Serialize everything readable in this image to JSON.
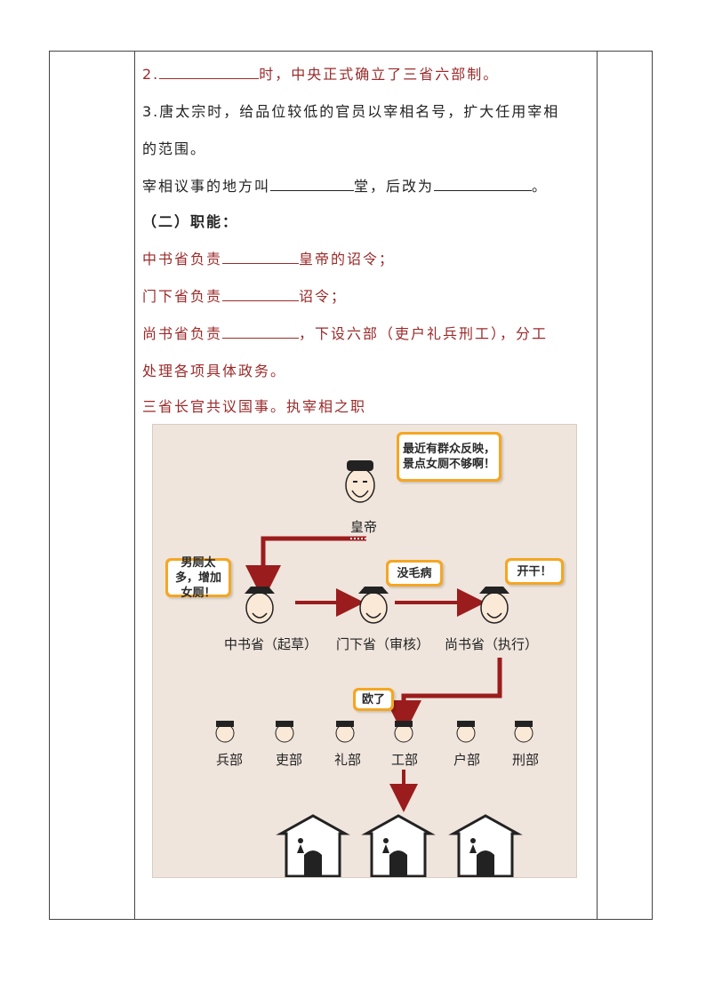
{
  "lines": {
    "l1_prefix": "2.",
    "l1_suffix": "时，中央正式确立了三省六部制。",
    "l2": "3.唐太宗时，给品位较低的官员以宰相名号，扩大任用宰相",
    "l3": "的范围。",
    "l4_a": "宰相议事的地方叫",
    "l4_b": "堂，后改为",
    "l4_c": "。",
    "l5": "（二）职能：",
    "l6_a": "中书省负责",
    "l6_b": "皇帝的诏令；",
    "l7_a": "门下省负责",
    "l7_b": "诏令；",
    "l8_a": "尚书省负责",
    "l8_b": "，下设六部（吏户礼兵刑工），分工",
    "l9": "处理各项具体政务。",
    "l10": "三省长官共议国事。执宰相之职"
  },
  "diagram": {
    "emperor_label": "皇帝",
    "emperor_bubble": "最近有群众反映，景点女厕不够啊！",
    "zhongshu_label": "中书省（起草）",
    "zhongshu_bubble": "男厕太多，增加女厕！",
    "menxia_label": "门下省（审核）",
    "menxia_bubble": "没毛病",
    "shangshu_label": "尚书省（执行）",
    "shangshu_bubble": "开干！",
    "gongbu_bubble": "欧了",
    "ministries": [
      "兵部",
      "吏部",
      "礼部",
      "工部",
      "户部",
      "刑部"
    ],
    "colors": {
      "arrow": "#9b1c1c",
      "bubble": "#f5a623",
      "text_red": "#9b2a2a"
    }
  }
}
